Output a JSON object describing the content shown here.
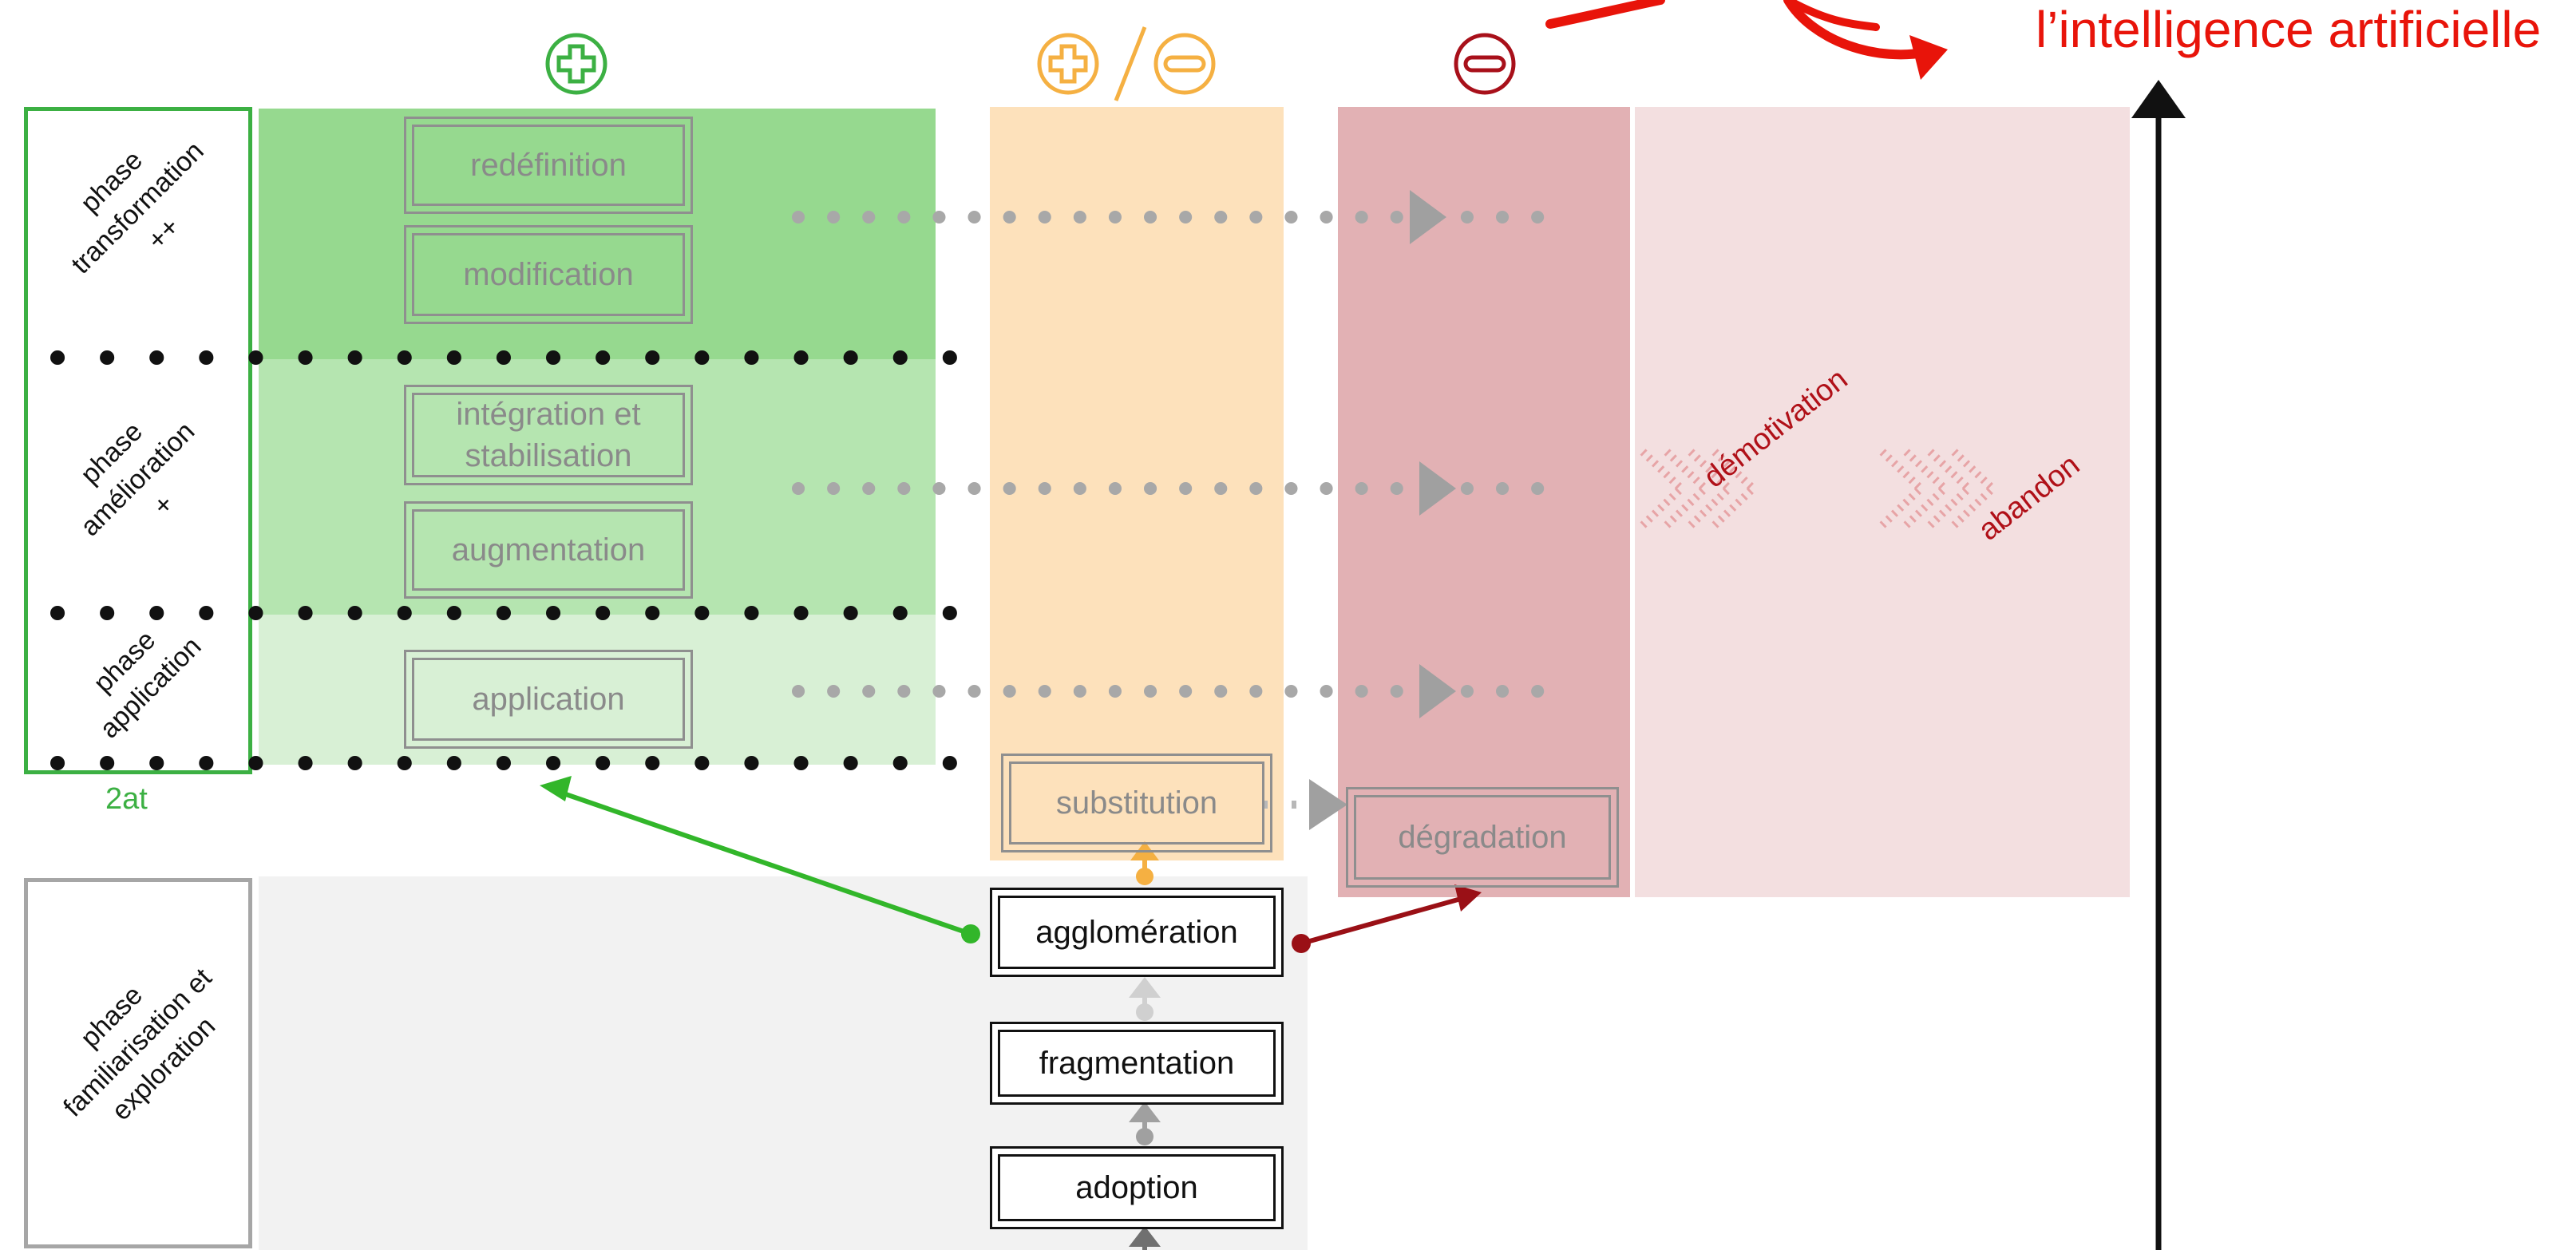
{
  "header": {
    "title": "l’intelligence artificielle",
    "title_color": "#e8140a"
  },
  "symbols": {
    "plus_color": "#3cb043",
    "mixed_color": "#f5b042",
    "minus_color": "#a8101a"
  },
  "frame_label": "2at",
  "phases": [
    {
      "id": "transformation",
      "label": "phase\ntransformation\n++"
    },
    {
      "id": "amelioration",
      "label": "phase\namélioration\n+"
    },
    {
      "id": "application",
      "label": "phase\napplication"
    },
    {
      "id": "familiarisation",
      "label": "phase\nfamiliarisation et\nexploration"
    }
  ],
  "green_boxes": {
    "redefinition": "redéfinition",
    "modification": "modification",
    "integration": "intégration et stabilisation",
    "augmentation": "augmentation",
    "application": "application"
  },
  "center_boxes": {
    "substitution": "substitution",
    "agglomeration": "agglomération",
    "fragmentation": "fragmentation",
    "adoption": "adoption"
  },
  "red_boxes": {
    "degradation": "dégradation"
  },
  "outcomes": {
    "demotivation": "démotivation",
    "abandon": "abandon",
    "color": "#b01018"
  },
  "colors": {
    "green_dark": "#96d98f",
    "green_mid": "#b5e5b0",
    "green_light": "#d8f0d5",
    "orange_zone": "#fde1bb",
    "red_zone": "#e2b1b4",
    "pink_zone": "#f3dfe0",
    "gray_zone": "#f2f2f2",
    "arrow_green": "#32b62a",
    "arrow_red": "#9a1016"
  }
}
